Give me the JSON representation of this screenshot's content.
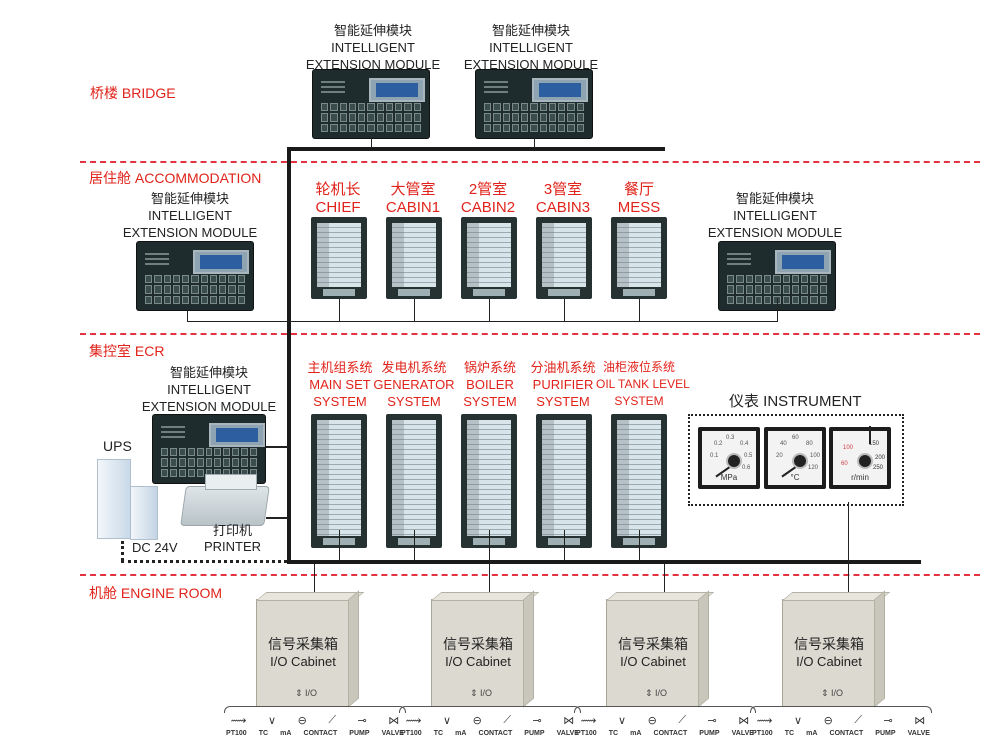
{
  "zones": {
    "bridge": "桥楼 BRIDGE",
    "accommodation": "居住舱 ACCOMMODATION",
    "ecr": "集控室 ECR",
    "engine_room": "机舱 ENGINE ROOM"
  },
  "module": {
    "cn": "智能延伸模块",
    "en1": "INTELLIGENT",
    "en2": "EXTENSION MODULE"
  },
  "accommodation_panels": [
    {
      "cn": "轮机长",
      "en": "CHIEF"
    },
    {
      "cn": "大管室",
      "en": "CABIN1"
    },
    {
      "cn": "2管室",
      "en": "CABIN2"
    },
    {
      "cn": "3管室",
      "en": "CABIN3"
    },
    {
      "cn": "餐厅",
      "en": "MESS"
    }
  ],
  "ecr_panels": [
    {
      "cn": "主机组系统",
      "en1": "MAIN SET",
      "en2": "SYSTEM"
    },
    {
      "cn": "发电机系统",
      "en1": "GENERATOR",
      "en2": "SYSTEM"
    },
    {
      "cn": "锅炉系统",
      "en1": "BOILER",
      "en2": "SYSTEM"
    },
    {
      "cn": "分油机系统",
      "en1": "PURIFIER",
      "en2": "SYSTEM"
    },
    {
      "cn": "油柜液位系统",
      "en1": "OIL TANK LEVEL",
      "en2": "SYSTEM"
    }
  ],
  "ups": {
    "label": "UPS",
    "power": "DC 24V"
  },
  "printer": {
    "cn": "打印机",
    "en": "PRINTER"
  },
  "instrument": {
    "title": "仪表 INSTRUMENT",
    "gauges": [
      {
        "unit": "MPa",
        "ticks": [
          "0.1",
          "0.2",
          "0.3",
          "0.4",
          "0.5",
          "0.6"
        ]
      },
      {
        "unit": "°C",
        "ticks": [
          "20",
          "40",
          "60",
          "80",
          "100",
          "120"
        ]
      },
      {
        "unit": "r/min",
        "ticks": [
          "60",
          "100",
          "150",
          "200",
          "250"
        ]
      }
    ]
  },
  "io_cabinet": {
    "cn": "信号采集箱",
    "en": "I/O Cabinet",
    "io": "I/O",
    "sensors": [
      "PT100",
      "TC",
      "mA",
      "CONTACT",
      "PUMP",
      "VALVE"
    ],
    "count": 4
  },
  "colors": {
    "zone_red": "#e0231b",
    "bus": "#1a1a1a"
  }
}
